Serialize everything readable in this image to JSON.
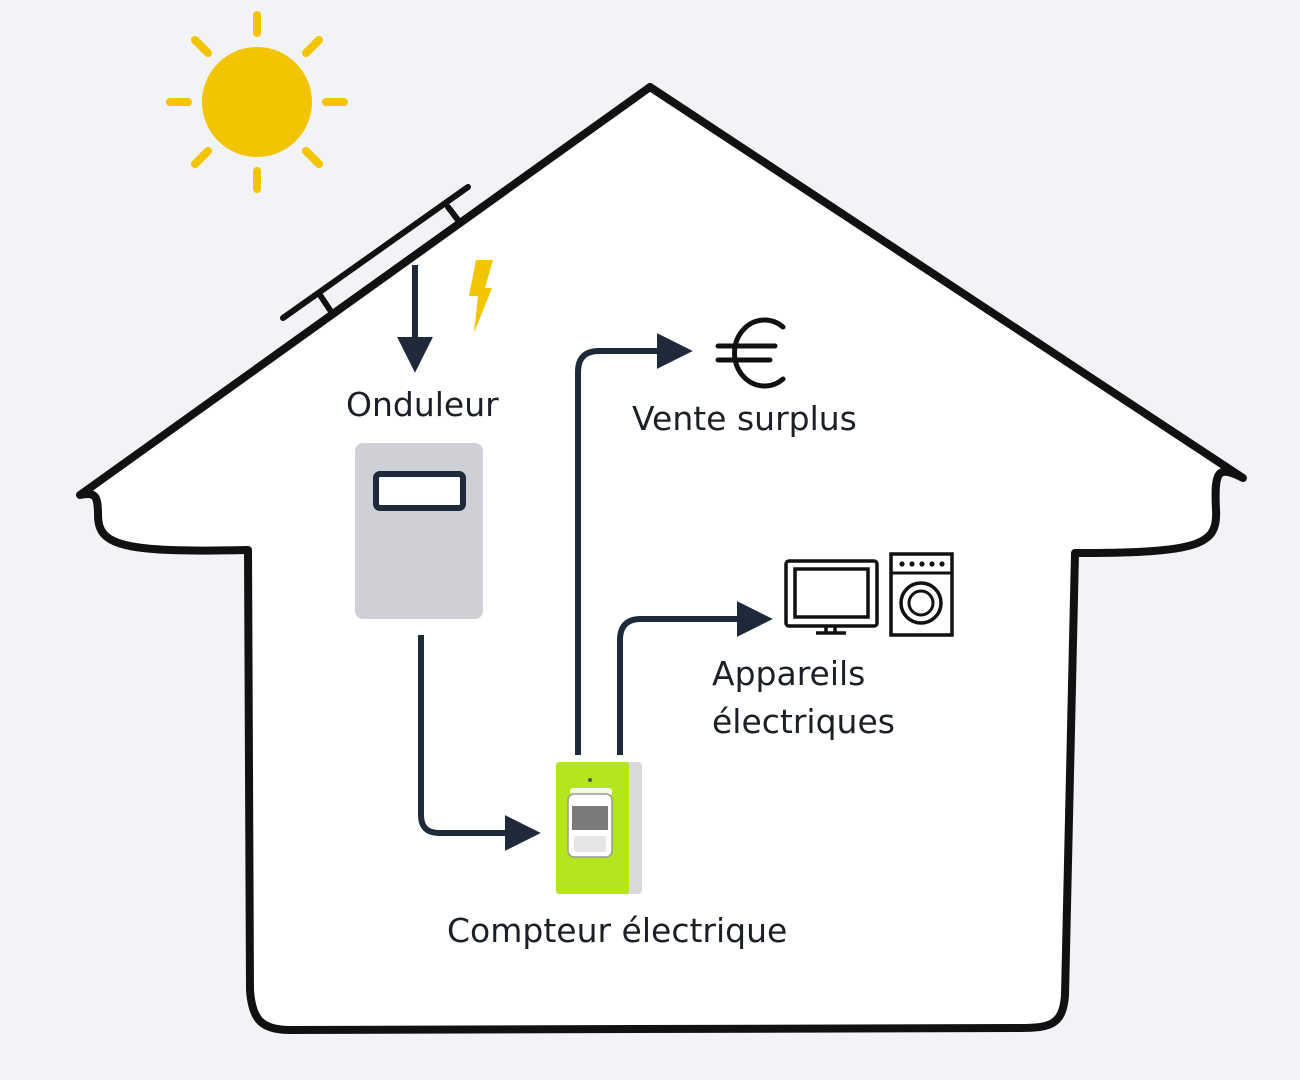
{
  "labels": {
    "inverter": "Onduleur",
    "meter": "Compteur électrique",
    "surplus": "Vente surplus",
    "appliances_line1": "Appareils",
    "appliances_line2": "électriques"
  },
  "colors": {
    "background": "#f1f3f7",
    "house_fill": "#ffffff",
    "outline": "#111111",
    "arrow": "#1e2a3a",
    "sun": "#f2c500",
    "lightning": "#f2c500",
    "inverter_box": "#cfd0d5",
    "meter_body": "#b5e61d",
    "icons": "#111111"
  },
  "icons": [
    "sun-icon",
    "solar-panel-icon",
    "lightning-icon",
    "inverter-icon",
    "meter-icon",
    "euro-icon",
    "tv-icon",
    "washing-machine-icon"
  ]
}
